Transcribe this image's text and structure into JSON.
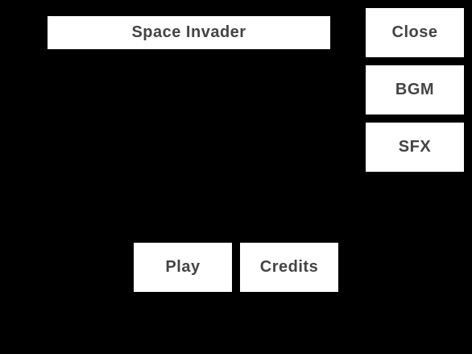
{
  "game": {
    "title": "Space Invader"
  },
  "side_menu": {
    "close_label": "Close",
    "bgm_label": "BGM",
    "sfx_label": "SFX"
  },
  "main_menu": {
    "play_label": "Play",
    "credits_label": "Credits"
  },
  "colors": {
    "background": "#000000",
    "button_bg": "#ffffff",
    "button_text": "#444444"
  }
}
